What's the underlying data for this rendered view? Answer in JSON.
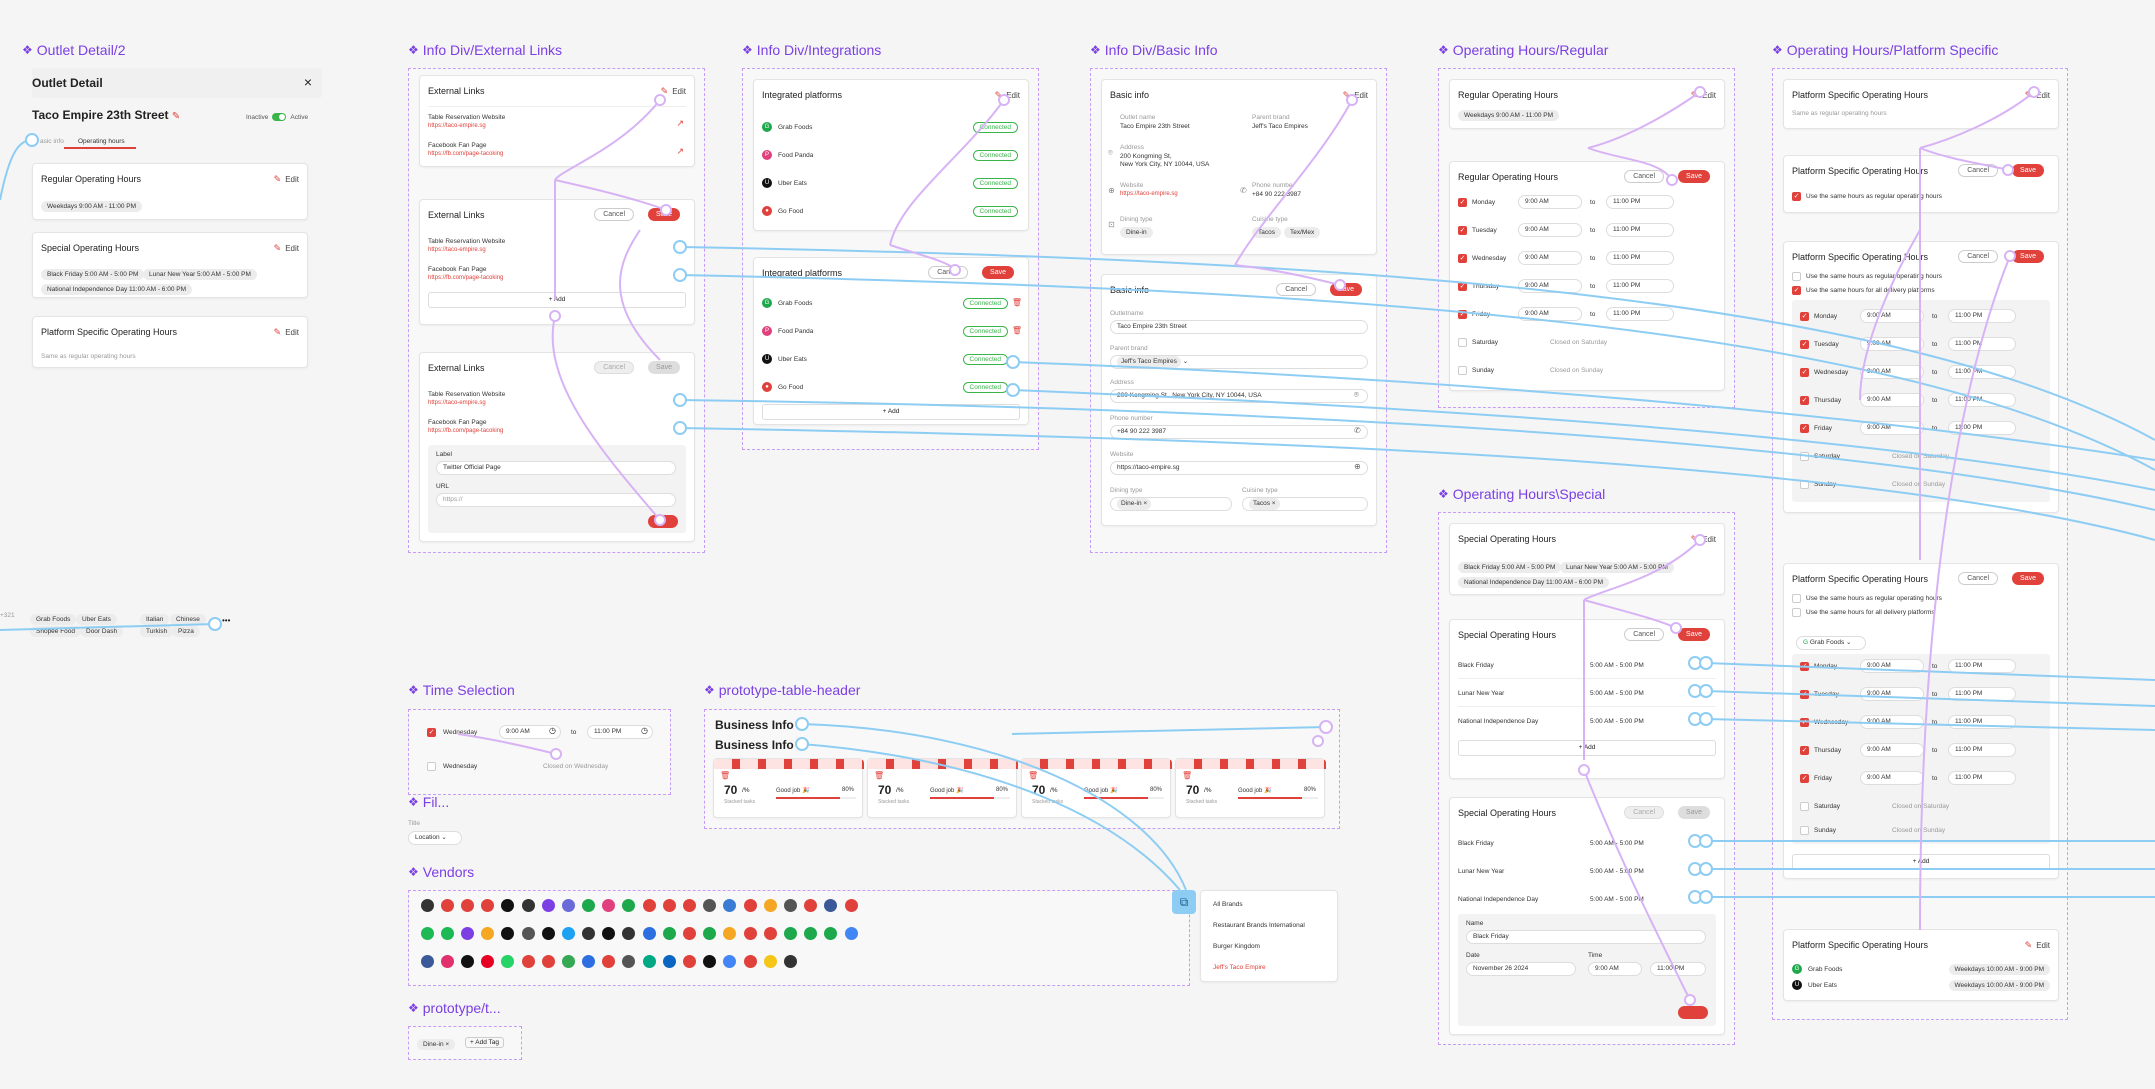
{
  "frames": {
    "outlet_detail": "Outlet Detail/2",
    "external_links": "Info Div/External Links",
    "integrations": "Info Div/Integrations",
    "basic_info": "Info Div/Basic Info",
    "oh_regular": "Operating Hours/Regular",
    "oh_platform": "Operating Hours/Platform Specific",
    "oh_special": "Operating Hours\\Special",
    "time_selection": "Time Selection",
    "table_header": "prototype-table-header",
    "fil": "Fil...",
    "vendors": "Vendors",
    "prototype_t": "prototype/t..."
  },
  "outlet": {
    "header": "Outlet Detail",
    "close": "×",
    "name": "Taco Empire 23th Street",
    "inactive": "Inactive",
    "active": "Active",
    "tab_basic": "asic info",
    "tab_hours": "Operating hours",
    "regular_title": "Regular Operating Hours",
    "regular_chip": "Weekdays 9:00 AM - 11:00 PM",
    "special_title": "Special Operating Hours",
    "special_chips": [
      "Black Friday 5:00 AM - 5:00 PM",
      "Lunar New Year 5:00 AM - 5:00 PM",
      "National Independence Day 11:00 AM - 6:00 PM"
    ],
    "platform_title": "Platform Specific Operating Hours",
    "platform_note": "Same as regular operating hours",
    "edit": "Edit",
    "stray_left": "+321",
    "delivery_chips": [
      "Grab Foods",
      "Uber Eats",
      "Shopee Food",
      "Door Dash"
    ],
    "cuisine_chips": [
      "Italian",
      "Chinese",
      "Turkish",
      "Pizza"
    ],
    "more": "•••"
  },
  "links": {
    "title": "External Links",
    "reservation": "Table Reservation Website",
    "reservation_url": "https://taco-empire.sg",
    "facebook": "Facebook Fan Page",
    "facebook_url": "https://fb.com/page-tacoking",
    "add": "+ Add",
    "cancel": "Cancel",
    "save": "Save",
    "label_field": "Label",
    "label_value": "Twitter Official Page",
    "url_field": "URL",
    "url_value": "https://"
  },
  "integrations": {
    "title": "Integrated platforms",
    "platforms": [
      "Grab Foods",
      "Food Panda",
      "Uber Eats",
      "Go Food"
    ],
    "status": "Connected",
    "add": "+ Add"
  },
  "basic": {
    "title": "Basic info",
    "outlet_name_lbl": "Outlet name",
    "outlet_name": "Taco Empire 23th Street",
    "parent_brand_lbl": "Parent brand",
    "parent_brand": "Jeff's Taco Empires",
    "address_lbl": "Address",
    "address1": "200 Kongming St,",
    "address2": "New York City, NY 10044, USA",
    "phone_lbl": "Phone number",
    "phone": "+84 90 222 3987",
    "website_lbl": "Website",
    "website": "https://taco-empire.sg",
    "dining_lbl": "Dining type",
    "dining": "Dine-in",
    "cuisine_lbl": "Cuisine type",
    "cuisine1": "Tacos",
    "cuisine2": "Tex/Mex",
    "form_outlet_lbl": "Outletname",
    "form_brand_lbl": "Parent brand",
    "form_brand": "Jeff's Taco Empires",
    "form_address": "200 Kongming St., New York City, NY 10044, USA",
    "form_phone": "+84 90 222 3987",
    "form_dining_tag": "Dine-in ×",
    "form_cuisine_tag": "Tacos ×"
  },
  "regular": {
    "title": "Regular Operating Hours",
    "chip": "Weekdays 9:00 AM - 11:00 PM",
    "days": [
      "Monday",
      "Tuesday",
      "Wednesday",
      "Thursday",
      "Friday"
    ],
    "open": "9:00 AM",
    "close": "11:00 PM",
    "to": "to",
    "saturday": "Saturday",
    "sunday": "Sunday",
    "closed_sat": "Closed on Saturday",
    "closed_sun": "Closed on Sunday"
  },
  "platform": {
    "title": "Platform Specific Operating Hours",
    "note": "Same as regular operating hours",
    "same_regular": "Use the same hours as regular operating hours",
    "same_all": "Use the same hours for all delivery platforms",
    "grab": "Grab Foods",
    "uber": "Uber Eats",
    "weekday_chip": "Weekdays 10:00 AM - 9:00 PM",
    "add": "+ Add"
  },
  "special": {
    "title": "Special Operating Hours",
    "events": [
      "Black Friday",
      "Lunar New Year",
      "National Independence Day"
    ],
    "range": "5:00 AM - 5:00 PM",
    "add": "+ Add",
    "name_lbl": "Name",
    "name_val": "Black Friday",
    "date_lbl": "Date",
    "date_val": "November 26 2024",
    "time_lbl": "Time",
    "time_from": "9:00 AM",
    "time_to": "11:00 PM",
    "chips": [
      "Black Friday 5:00 AM - 5:00 PM",
      "Lunar New Year 5:00 AM - 5:00 PM",
      "National Independence Day 11:00 AM - 6:00 PM"
    ]
  },
  "timesel": {
    "day": "Wednesday",
    "from": "9:00 AM",
    "to_lbl": "to",
    "to": "11:00 PM",
    "closed": "Closed on Wednesday"
  },
  "table_header": {
    "title": "Business Info",
    "metric": "70",
    "metric_unit": "/%",
    "metric_lbl": "Stacked tasks",
    "good": "Good job 🎉",
    "pct": "80%"
  },
  "fil": {
    "title_lbl": "Title",
    "select": "Location"
  },
  "brands": [
    "All Brands",
    "Restaurant Brands International",
    "Burger Kingdom",
    "Jeff's Taco Empire"
  ],
  "prototype_t": {
    "tag": "Dine-in ×",
    "add": "+ Add Tag"
  },
  "colors": {
    "accent": "#7b3fe4",
    "red": "#e0413b",
    "green": "#39b54a",
    "wire_blue": "#8ecdf3",
    "wire_purple": "#d7b3f5"
  }
}
